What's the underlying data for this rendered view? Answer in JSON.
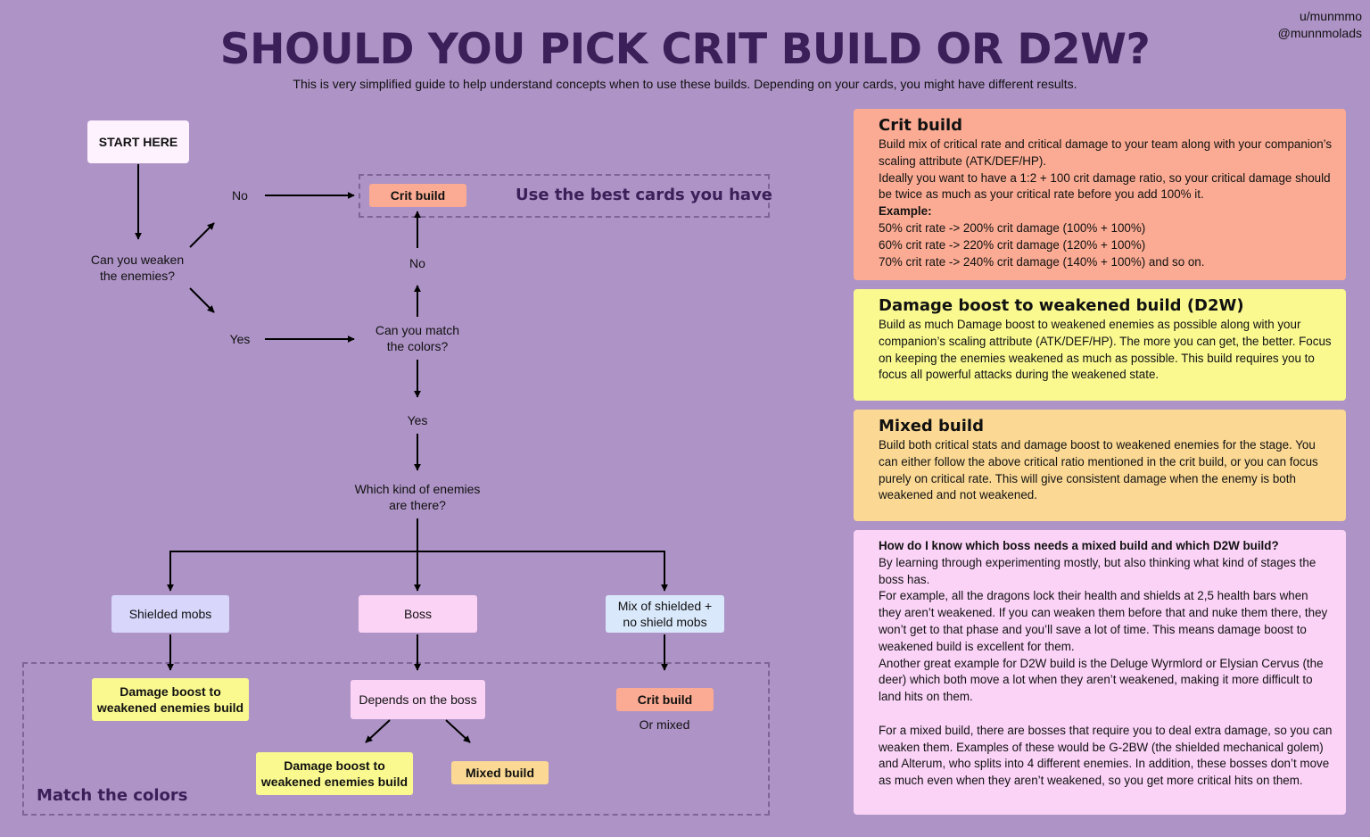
{
  "header": {
    "title": "SHOULD YOU PICK CRIT BUILD OR D2W?",
    "subtitle": "This is very simplified guide to help understand concepts when to use these builds. Depending on your cards, you might have different results.",
    "credit_user": "u/munmmo",
    "credit_handle": "@munnmolads"
  },
  "flow": {
    "start": "START HERE",
    "q_weaken": "Can you weaken\nthe enemies?",
    "no_1": "No",
    "yes_1": "Yes",
    "crit_top": "Crit build",
    "best_cards": "Use the best cards you have",
    "no_2": "No",
    "q_match": "Can you match\nthe colors?",
    "yes_2": "Yes",
    "q_kind": "Which kind of enemies\nare there?",
    "shielded": "Shielded mobs",
    "boss": "Boss",
    "mix": "Mix of shielded +\nno shield mobs",
    "d2w_left": "Damage boost to\nweakened enemies build",
    "depends": "Depends on the boss",
    "crit_right": "Crit build",
    "or_mixed": "Or mixed",
    "d2w_bottom": "Damage boost to\nweakened enemies build",
    "mixed_bottom": "Mixed build",
    "match_colors": "Match the colors"
  },
  "panels": {
    "crit": {
      "title": "Crit build",
      "body1": "Build mix of critical rate and critical damage to your team along with your companion’s scaling attribute (ATK/DEF/HP).",
      "body2": "Ideally you want to have a 1:2 + 100 crit damage ratio, so your critical damage should be twice as much as your critical rate before you add 100% it.",
      "example_label": "Example:",
      "ex1": "50% crit rate -> 200% crit damage (100% + 100%)",
      "ex2": "60% crit rate -> 220% crit damage (120% + 100%)",
      "ex3": "70% crit rate -> 240% crit damage (140% + 100%) and so on."
    },
    "d2w": {
      "title": "Damage boost to weakened build (D2W)",
      "body": "Build as much Damage boost to weakened enemies as possible along with your companion’s scaling attribute (ATK/DEF/HP). The more you can get, the better. Focus on keeping the enemies weakened as much as possible. This build requires you to focus all powerful attacks during the weakened state."
    },
    "mixed": {
      "title": "Mixed build",
      "body": "Build both critical stats and damage boost to weakened enemies for the stage. You can either follow the above critical ratio mentioned in the crit build, or you can focus purely on critical rate. This will give consistent damage when the enemy is both weakened and not weakened."
    },
    "faq": {
      "question": "How do I know which boss needs a mixed build and which D2W build?",
      "p1": "By learning through experimenting mostly, but also thinking what kind of stages the boss has.",
      "p2": "For example, all the dragons lock their health and shields at 2,5 health bars when they aren’t weakened. If you can weaken them before that and nuke them there, they won’t get to that phase and you’ll save a lot of time. This means damage boost to weakened build is excellent for them.",
      "p3": "Another great example for D2W build is the Deluge Wyrmlord or Elysian Cervus (the deer) which both move a lot when they aren’t weakened, making it more difficult to land hits on them.",
      "p4": "For a mixed build, there are bosses that require you to deal extra damage, so you can weaken them. Examples of these would be G-2BW (the shielded mechanical golem) and Alterum, who splits into 4 different enemies. In addition, these bosses don’t move as much even when they aren’t weakened, so you get more critical hits on them."
    }
  },
  "colors": {
    "background": "#ae93c6",
    "crit": "#fbab93",
    "d2w": "#faf990",
    "mixed": "#fbd994",
    "faq": "#fbd3f7",
    "shielded": "#d8d6fb",
    "boss": "#fbd3f5",
    "title": "#3a1f58"
  }
}
